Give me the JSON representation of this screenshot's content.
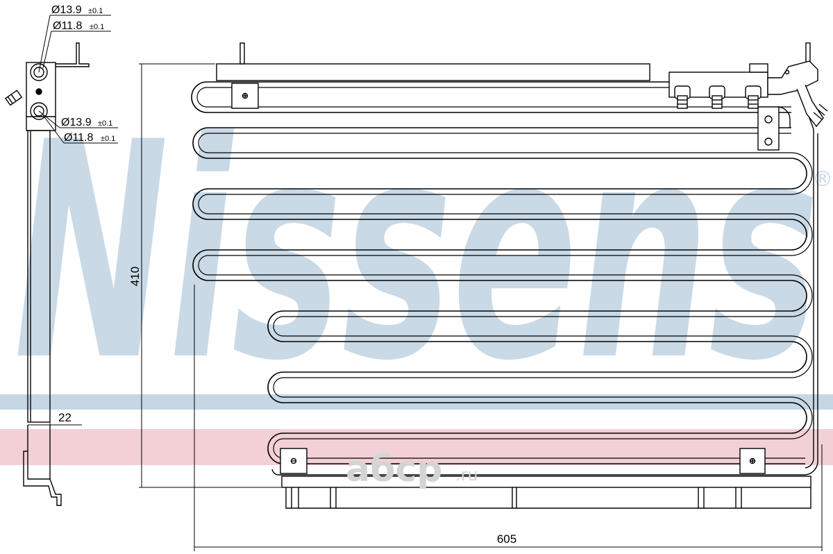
{
  "watermark": {
    "brand": "Nissens",
    "registered": "®",
    "shop": "aбcp",
    "shop_domain": ".ru",
    "brand_color": "#c9d9e6",
    "band_blue": "#c5d6e4",
    "band_pink": "#f3d0d6"
  },
  "dimensions": {
    "height": "410",
    "width": "605",
    "depth": "22"
  },
  "fittings": {
    "top_outer_diameter": "Ø13.9",
    "top_outer_tol": "±0.1",
    "top_inner_diameter": "Ø11.8",
    "top_inner_tol": "±0.1",
    "bottom_outer_diameter": "Ø13.9",
    "bottom_outer_tol": "±0.1",
    "bottom_inner_diameter": "Ø11.8",
    "bottom_inner_tol": "±0.1"
  }
}
